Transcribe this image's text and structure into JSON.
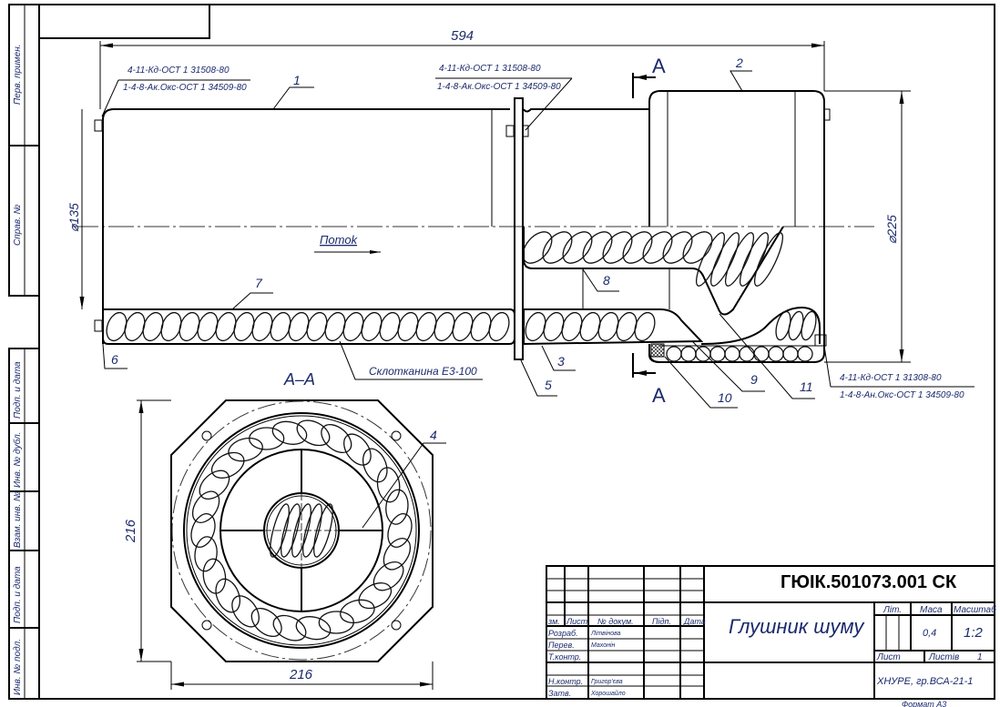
{
  "drawing": {
    "overall_length": "594",
    "diameter_inlet": "⌀135",
    "diameter_housing": "⌀225",
    "flow_label": "Потоk",
    "section_mark": "A",
    "section_title": "A–A",
    "section_width": "216",
    "section_height": "216",
    "material_note": "Склотканина Е3-100",
    "fastener_notes": [
      {
        "line1": "4-11-Кд-ОСТ 1 31508-80",
        "line2": "1-4-8-Ак.Окс-ОСТ 1 34509-80"
      },
      {
        "line1": "4-11-Кд-ОСТ 1 31508-80",
        "line2": "1-4-8-Ак.Окс-ОСТ 1 34509-80"
      },
      {
        "line1": "4-11-Кд-ОСТ 1 31308-80",
        "line2": "1-4-8-Ан.Окс-ОСТ 1 34509-80"
      }
    ],
    "part_callouts": [
      "1",
      "2",
      "3",
      "4",
      "5",
      "6",
      "7",
      "8",
      "9",
      "10",
      "11"
    ]
  },
  "side_margin": {
    "cells": [
      "Перв. примен.",
      "Справ. №",
      "Подп. и дата",
      "Инв. № дубл.",
      "Взам. инв. №",
      "Подп. и дата",
      "Инв. № подл."
    ]
  },
  "title_block": {
    "doc_code": "ГЮІК.501073.001 СК",
    "title": "Глушник шуму",
    "headers": {
      "change": "зм.",
      "sheet": "Лист",
      "doc_no": "№ докум.",
      "sign": "Підп.",
      "date": "Дата"
    },
    "roles": [
      {
        "role": "Розраб.",
        "name": "Літвінова"
      },
      {
        "role": "Перев.",
        "name": "Махонін"
      },
      {
        "role": "Т.контр.",
        "name": ""
      },
      {
        "role": "Н.контр.",
        "name": "Григор'єва"
      },
      {
        "role": "Затв.",
        "name": "Хорошайло"
      }
    ],
    "lit_label": "Літ.",
    "mass_label": "Маса",
    "scale_label": "Масштаб",
    "mass": "0,4",
    "scale": "1:2",
    "sheet_label": "Лист",
    "sheets_label": "Листів",
    "sheets": "1",
    "organization": "ХНУРЕ, гр.ВСА-21-1",
    "format": "Формат   А3"
  }
}
